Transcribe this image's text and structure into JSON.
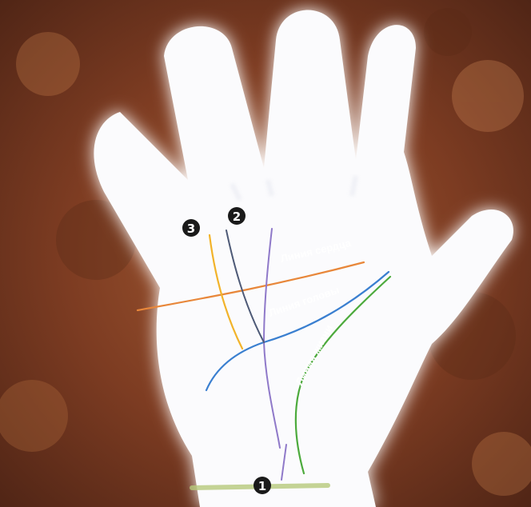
{
  "figure": {
    "labels": {
      "heart_line": "Линия сердца",
      "head_line": "Линия головы",
      "life_line": "Линия жизни"
    },
    "badges": {
      "one": "1",
      "two": "2",
      "three": "3"
    },
    "colors": {
      "heart_line": "#e8873a",
      "head_line": "#3a7fd0",
      "life_line": "#4caa3c",
      "fate_line": "#8f79c9",
      "line_two": "#4e5a77",
      "line_three": "#f2b32a",
      "wrist_mark": "#b6c97a"
    }
  }
}
